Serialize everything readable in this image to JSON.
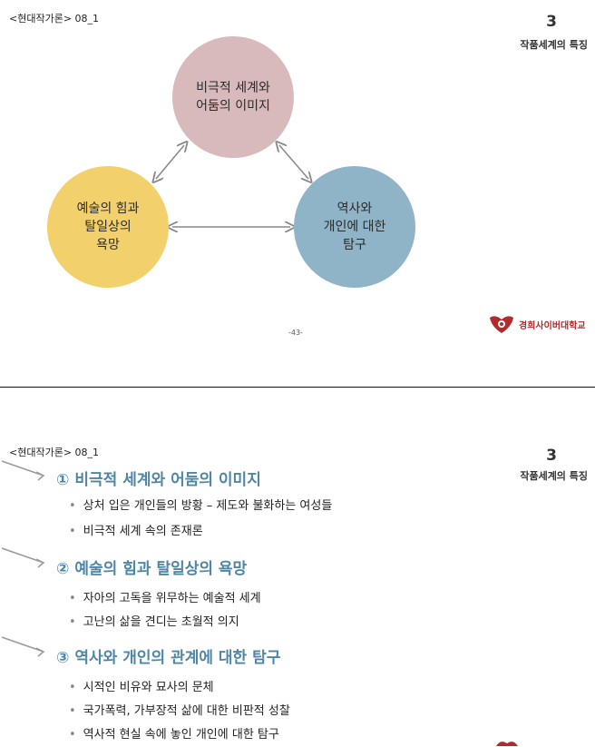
{
  "slide1": {
    "course": "<현대작가론> 08_1",
    "page_number": "3",
    "page_title": "작품세계의 특징",
    "circles": {
      "top": [
        "비극적 세계와",
        "어둠의 이미지"
      ],
      "left": [
        "예술의 힘과",
        "탈일상의",
        "욕망"
      ],
      "right": [
        "역사와",
        "개인에 대한",
        "탐구"
      ]
    },
    "colors": {
      "top": "#d8b9bc",
      "left": "#f2d06b",
      "right": "#8fb4c8"
    },
    "footer_page": "-43-",
    "logo_text": "경희사이버대학교"
  },
  "slide2": {
    "course": "<현대작가론> 08_1",
    "page_number": "3",
    "page_title": "작품세계의 특징",
    "sections": [
      {
        "num": "①",
        "title": "비극적 세계와 어둠의 이미지",
        "bullets": [
          "상처 입은 개인들의 방황 – 제도와 불화하는 여성들",
          "비극적 세계 속의 존재론"
        ]
      },
      {
        "num": "②",
        "title": "예술의 힘과 탈일상의 욕망",
        "bullets": [
          "자아의 고독을 위무하는 예술적 세계",
          "고난의 삶을 견디는 초월적 의지"
        ]
      },
      {
        "num": "③",
        "title": "역사와 개인의 관계에 대한 탐구",
        "bullets": [
          "시적인 비유와 묘사의 문체",
          "국가폭력, 가부장적 삶에 대한 비판적 성찰",
          "역사적 현실 속에 놓인 개인에 대한 탐구"
        ]
      }
    ],
    "accent": "#4f86a6"
  }
}
